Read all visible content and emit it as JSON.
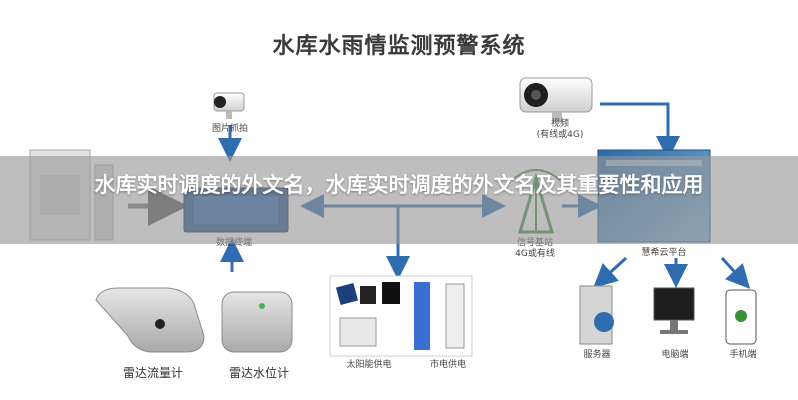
{
  "diagram": {
    "title": "水库水雨情监测预警系统",
    "nodes": {
      "picture_capture": "图片抓拍",
      "video": "视频",
      "video_sub": "(有线或4G)",
      "data_logger": "数据终端",
      "signal_station": "信号基站",
      "signal_station_sub": "4G或有线",
      "cloud_platform": "慧希云平台",
      "radar_flow": "雷达流量计",
      "radar_level": "雷达水位计",
      "solar_power": "太阳能供电",
      "mains_power": "市电供电",
      "server": "服务器",
      "computer": "电脑端",
      "mobile": "手机端"
    }
  },
  "banner": {
    "text": "水库实时调度的外文名，水库实时调度的外文名及其重要性和应用"
  }
}
